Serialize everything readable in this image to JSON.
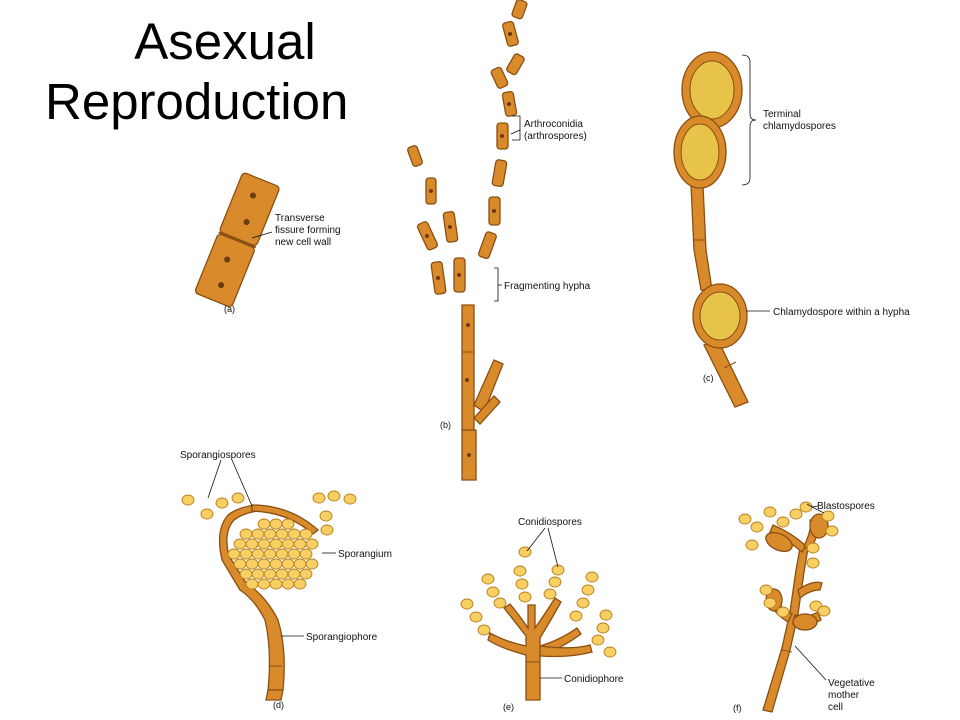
{
  "slide": {
    "title_lines": [
      "Asexual",
      "Reproduction"
    ]
  },
  "figure": {
    "panels": [
      {
        "id": "a",
        "label": "(a)",
        "annotations": [
          {
            "lines": [
              "Transverse",
              "fissure forming",
              "new cell wall"
            ]
          }
        ]
      },
      {
        "id": "b",
        "label": "(b)",
        "annotations": [
          {
            "lines": [
              "Arthroconidia",
              "(arthrospores)"
            ]
          },
          {
            "lines": [
              "Fragmenting hypha"
            ]
          }
        ]
      },
      {
        "id": "c",
        "label": "(c)",
        "annotations": [
          {
            "lines": [
              "Terminal",
              "chlamydospores"
            ]
          },
          {
            "lines": [
              "Chlamydospore within a hypha"
            ]
          }
        ]
      },
      {
        "id": "d",
        "label": "(d)",
        "annotations": [
          {
            "lines": [
              "Sporangiospores"
            ]
          },
          {
            "lines": [
              "Sporangium"
            ]
          },
          {
            "lines": [
              "Sporangiophore"
            ]
          }
        ]
      },
      {
        "id": "e",
        "label": "(e)",
        "annotations": [
          {
            "lines": [
              "Conidiospores"
            ]
          },
          {
            "lines": [
              "Conidiophore"
            ]
          }
        ]
      },
      {
        "id": "f",
        "label": "(f)",
        "annotations": [
          {
            "lines": [
              "Blastospores"
            ]
          },
          {
            "lines": [
              "Vegetative",
              "mother",
              "cell"
            ]
          }
        ]
      }
    ],
    "colors": {
      "hypha_fill": "#D98A2B",
      "hypha_outline": "#8A4F12",
      "spore_fill": "#F7CF62",
      "nucleus": "#6B3A0F",
      "text": "#111111"
    }
  }
}
